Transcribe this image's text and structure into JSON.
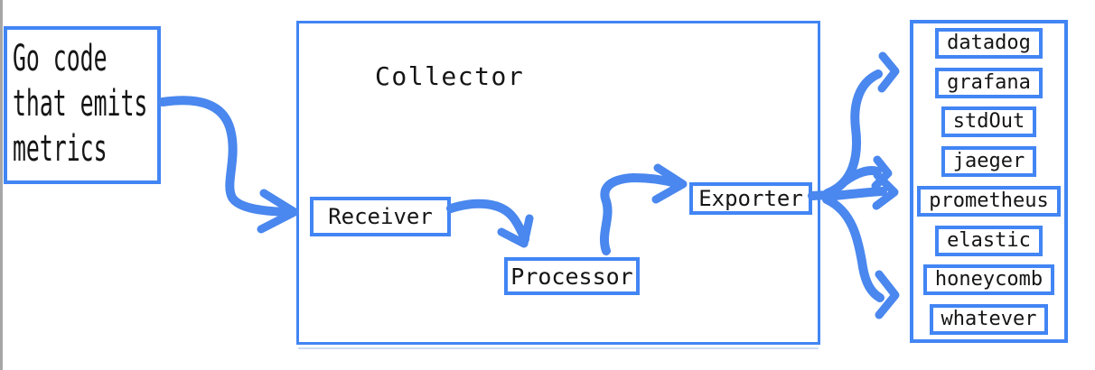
{
  "source_box": {
    "lines": [
      "Go code",
      "that emits",
      "metrics"
    ]
  },
  "collector": {
    "title": "Collector",
    "components": [
      {
        "label": "Receiver"
      },
      {
        "label": "Processor"
      },
      {
        "label": "Exporter"
      }
    ]
  },
  "backends": {
    "items": [
      "datadog",
      "grafana",
      "stdOut",
      "jaeger",
      "prometheus",
      "elastic",
      "honeycomb",
      "whatever"
    ]
  },
  "icons": {
    "arrow_names": [
      "source-to-collector-arrow",
      "receiver-to-processor-arrow",
      "processor-to-exporter-arrow",
      "exporter-fanout-arrows"
    ]
  },
  "colors": {
    "accent": "#4285f4",
    "arrow": "#4a87ee",
    "text": "#151515",
    "faint_line": "#ccdbf7",
    "scrollbar_track": "#a6a6a6"
  }
}
